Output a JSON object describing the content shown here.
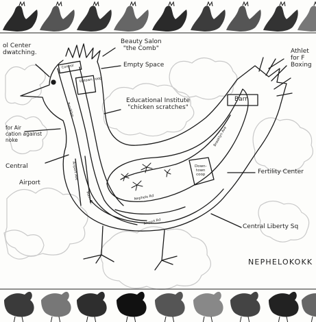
{
  "title": "NEPHELOKOKK",
  "labels": {
    "control_center": [
      "ol Center",
      "dwatching."
    ],
    "beauty_salon": [
      "Beauty Salon",
      "\"the Comb\""
    ],
    "empty_space": "Empty Space",
    "athletics": [
      "Athlet",
      "for  F",
      "Boxing"
    ],
    "educational_institute": [
      "Educational Institute",
      "\"chicken scratches\""
    ],
    "barn": "Barn",
    "air_defense": [
      "for  Air",
      "cation against",
      "noke"
    ],
    "central_airport": [
      "Central",
      "Airport"
    ],
    "fertility_center": "Fertility Center",
    "central_liberty": "Central Liberty Sq",
    "downtown_coop": [
      "Down-",
      "town",
      "coop"
    ]
  },
  "streets": {
    "neck_street": "Brooklyn",
    "airport_ave": "Airport Ave",
    "main_st": "Main St.",
    "liberty_rd": "Nephelo Rd",
    "lower_rd": "Airport Rd",
    "barn_rd": "Brooklyn Ave",
    "head_box": "Control",
    "sub_box": "Uptown coop"
  },
  "colors": {
    "ink": "#1a1a1a",
    "paper": "#fdfdfb",
    "cloud": "#c9c9c9"
  }
}
